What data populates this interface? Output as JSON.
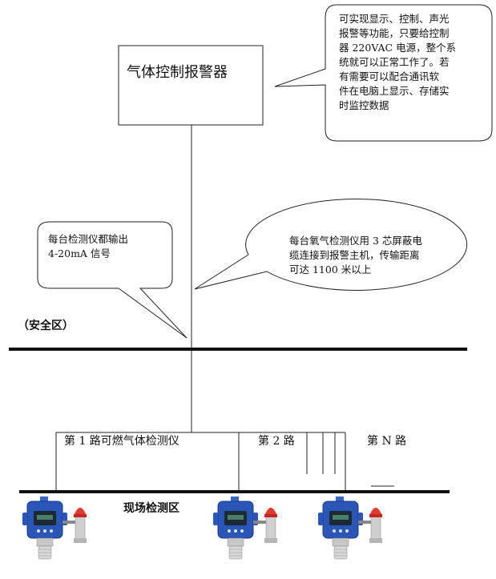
{
  "controller": {
    "title": "气体控制报警器"
  },
  "callouts": {
    "controller_note": [
      "可实现显示、控制、声光",
      "报警等功能，只要给控制",
      "器 220VAC 电源，整个系",
      "统就可以正常工作了。若",
      "有需要可以配合通讯软",
      "件在电脑上显示、存储实",
      "时监控数据"
    ],
    "output_note": [
      "每台检测仪都输出",
      "4-20mA 信号"
    ],
    "cable_note": [
      "每台氧气检测仪用 3 芯屏蔽电",
      "缆连接到报警主机，传输距离",
      "可达 1100 米以上"
    ]
  },
  "zones": {
    "safe": "（安全区）",
    "field": "现场检测区"
  },
  "channels": [
    "第 1 路可燃气体检测仪",
    "第 2 路",
    "第 N 路"
  ],
  "colors": {
    "detector_body": "#2a56b8",
    "beacon": "#e23a2e",
    "display": "#1b2a33"
  }
}
